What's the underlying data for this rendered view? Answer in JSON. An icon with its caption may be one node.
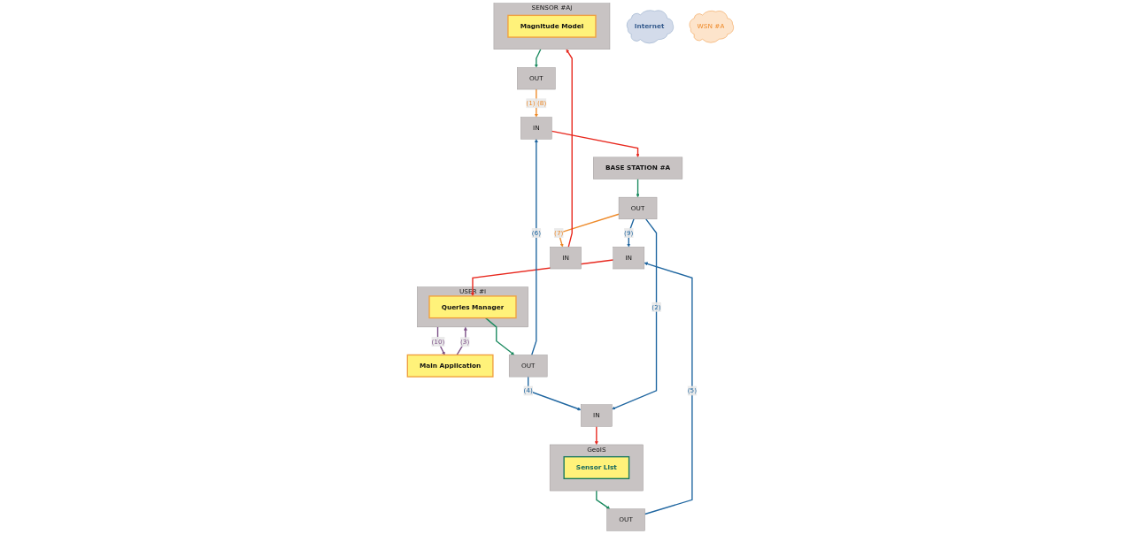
{
  "diagram": {
    "nodes": [
      {
        "text": [
          "USER #i"
        ]
      },
      {
        "text": [
          "Queries Manager"
        ],
        "in": 0
      },
      {
        "text": [
          "Main Application"
        ]
      },
      {
        "text": [
          "OUT"
        ]
      },
      {
        "text": [
          "IN"
        ]
      },
      {
        "text": [
          "Internet"
        ]
      },
      {
        "text": [
          "BASE STATION #A"
        ]
      },
      {
        "text": [
          "IN"
        ]
      },
      {
        "text": [
          "OUT"
        ]
      },
      {
        "text": [
          "WSN #A"
        ]
      },
      {
        "text": [
          "OUT"
        ]
      },
      {
        "text": [
          "IN"
        ]
      },
      {
        "text": [
          "GeoIS"
        ]
      },
      {
        "text": [
          "Sensor List"
        ],
        "in": 12
      },
      {
        "text": [
          "OUT"
        ]
      },
      {
        "text": [
          "IN"
        ]
      },
      {
        "text": [
          "SENSOR #Aj"
        ]
      },
      {
        "text": [
          "Magnitude Model"
        ],
        "in": 16
      }
    ],
    "edges": [
      {
        "from": 1,
        "to": 3,
        "arrow": "to",
        "color": "#1a8a5f"
      },
      {
        "from": 4,
        "to": 1,
        "arrow": "to",
        "color": "#e8281e"
      },
      {
        "from": 2,
        "to": 0,
        "arrow": "to",
        "label": "(3)",
        "color": "#7b4f86"
      },
      {
        "from": 0,
        "to": 2,
        "arrow": "to",
        "label": "(10)",
        "color": "#7b4f86"
      },
      {
        "from": 3,
        "to": 7,
        "arrow": "to",
        "label": "(6)"
      },
      {
        "from": 3,
        "to": 11,
        "arrow": "to",
        "label": "(4)"
      },
      {
        "from": 8,
        "to": 4,
        "arrow": "to",
        "label": "(9)"
      },
      {
        "from": 10,
        "to": 4,
        "arrow": "to",
        "label": "(5)"
      },
      {
        "from": 8,
        "to": 11,
        "arrow": "to",
        "label": "(2)"
      },
      {
        "from": 7,
        "to": 6,
        "arrow": "to",
        "color": "#e8281e"
      },
      {
        "from": 6,
        "to": 8,
        "arrow": "to",
        "color": "#1a8a5f"
      },
      {
        "from": 14,
        "to": 7,
        "arrow": "to",
        "label": "(1) (8)",
        "color": "#ee8a2a"
      },
      {
        "from": 8,
        "to": 15,
        "arrow": "to",
        "label": "(7)",
        "color": "#ee8a2a"
      },
      {
        "from": 12,
        "to": 10,
        "arrow": "to",
        "color": "#1a8a5f"
      },
      {
        "from": 11,
        "to": 12,
        "arrow": "to",
        "color": "#e8281e"
      },
      {
        "from": 16,
        "to": 14,
        "arrow": "to",
        "color": "#1a8a5f"
      },
      {
        "from": 15,
        "to": 16,
        "arrow": "to",
        "color": "#e8281e"
      }
    ]
  }
}
